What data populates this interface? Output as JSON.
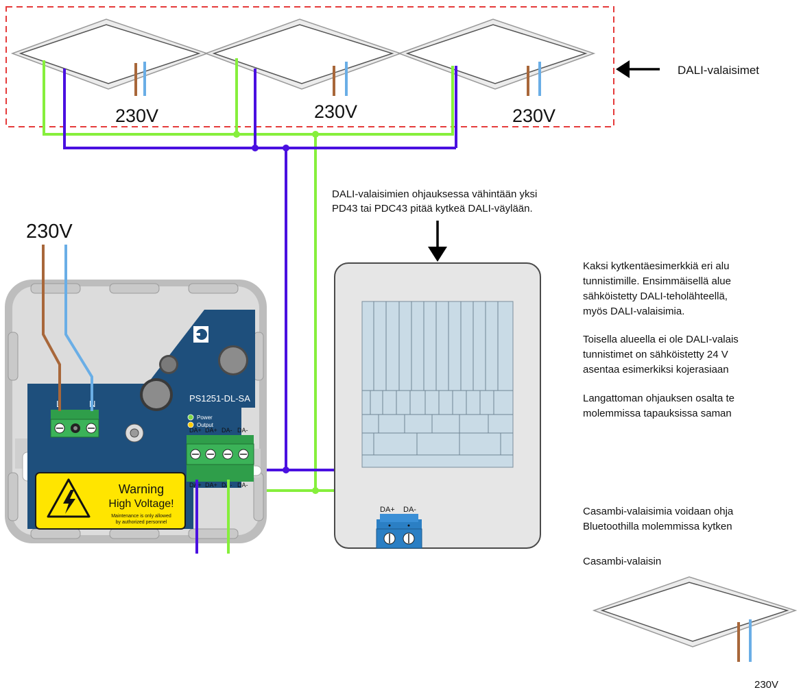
{
  "luminaires": {
    "voltage_1": "230V",
    "voltage_2": "230V",
    "voltage_3": "230V"
  },
  "arrow_label": "DALI-valaisimet",
  "note_top": {
    "line1": "DALI-valaisimien ohjauksessa vähintään yksi",
    "line2": "PD43 tai PDC43 pitää kytkeä DALI-väylään."
  },
  "psu": {
    "voltage": "230V",
    "model": "PS1251-DL-SA",
    "led_power": "Power",
    "led_output": "Output",
    "terminal_l": "L",
    "terminal_n": "N",
    "top_dali_labels": [
      "DA+",
      "DA+",
      "DA-",
      "DA-"
    ],
    "bottom_dali_labels": [
      "DA+",
      "DA+",
      "DA-",
      "DA-"
    ],
    "warning_title": "Warning",
    "warning_sub": "High Voltage!",
    "warning_small1": "Maintenance is only allowed",
    "warning_small2": "by authorized personnel"
  },
  "sensor": {
    "terminal_plus": "DA+",
    "terminal_minus": "DA-"
  },
  "right_text": {
    "p1": [
      "Kaksi kytkentäesimerkkiä eri alu",
      "tunnistimille. Ensimmäisellä alue",
      "sähköistetty DALI-teholähteellä,",
      "myös DALI-valaisimia."
    ],
    "p2": [
      "Toisella alueella ei ole DALI-valais",
      "tunnistimet on sähköistetty 24 V",
      "asentaa esimerkiksi kojerasiaan"
    ],
    "p3": [
      "Langattoman ohjauksen osalta te",
      "molemmissa tapauksissa saman"
    ],
    "p4": [
      "Casambi-valaisimia voidaan ohja",
      "Bluetoothilla molemmissa kytken"
    ],
    "casambi_label": "Casambi-valaisin",
    "casambi_voltage": "230V"
  },
  "colors": {
    "dali_plus": "#4a10e0",
    "dali_minus": "#86ef3c",
    "live": "#a8673a",
    "neutral": "#6aaee6",
    "zone_border": "#e53a3a",
    "psu_board": "#1e4f7c",
    "terminal_green": "#2f9e4a",
    "terminal_blue": "#2b7fc4",
    "warning_yellow": "#ffe500"
  }
}
